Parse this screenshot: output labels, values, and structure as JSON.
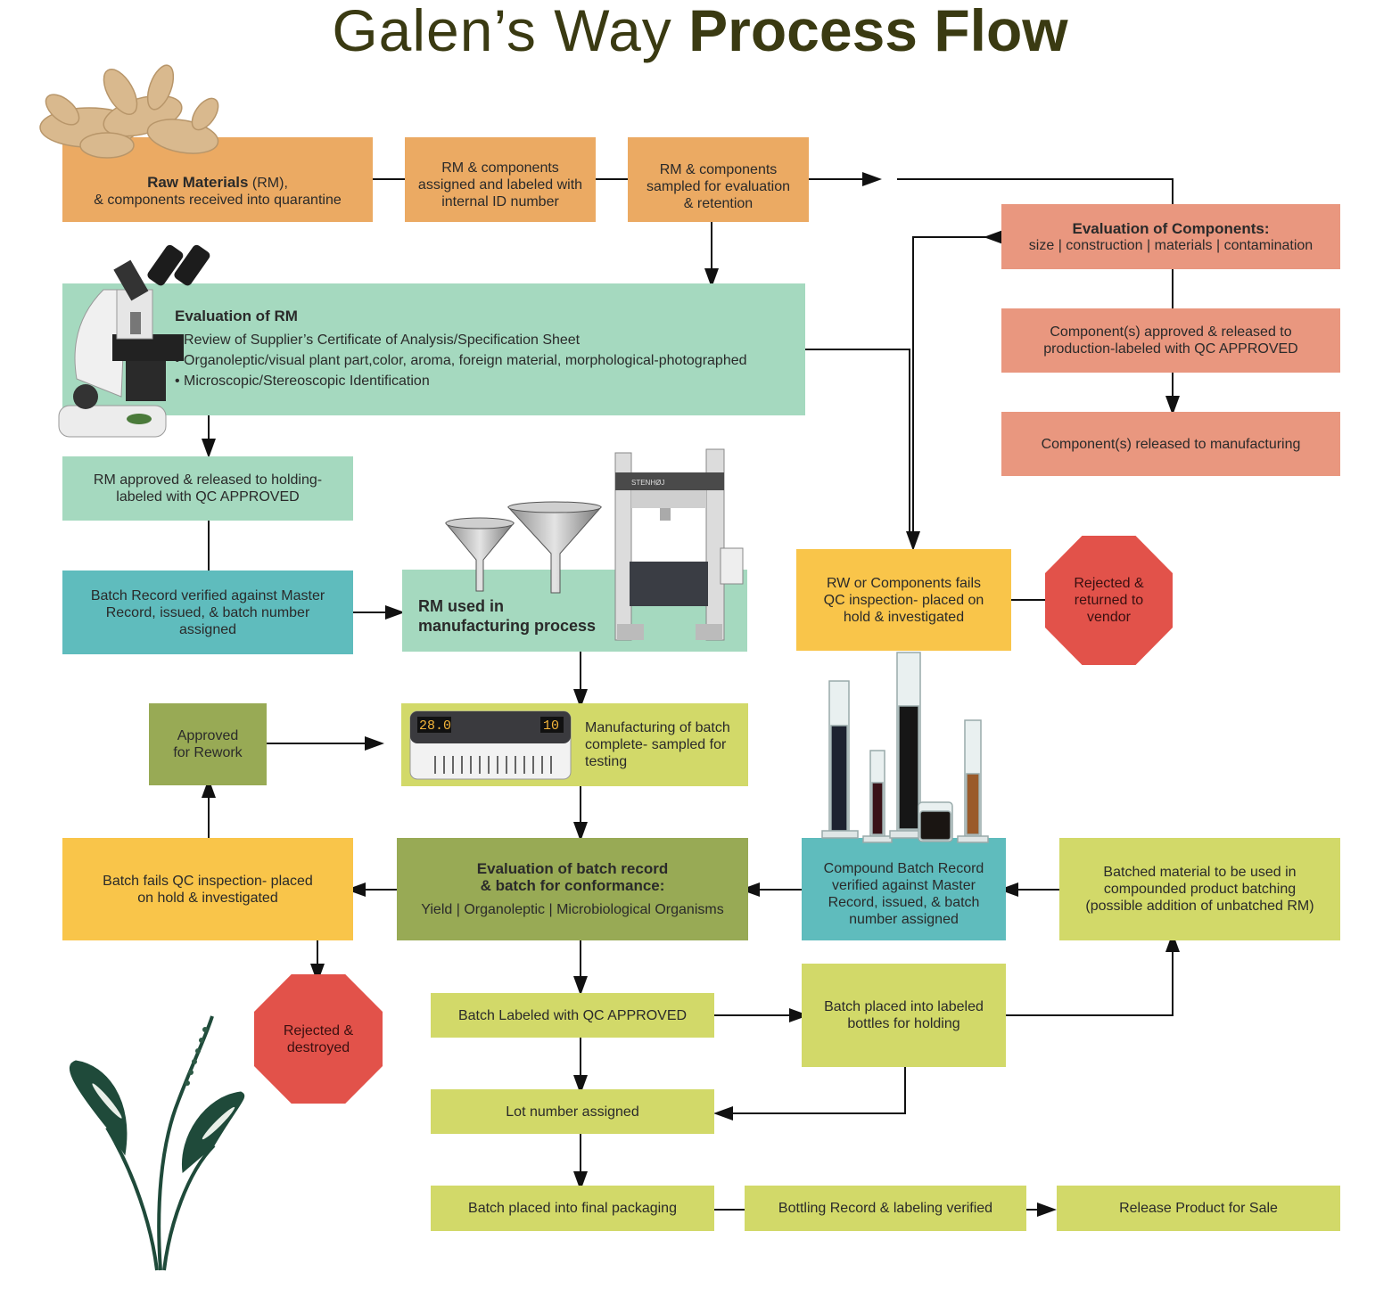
{
  "title": {
    "light": "Galen’s Way",
    "bold": "Process Flow"
  },
  "boxes": {
    "raw_materials_bold": "Raw Materials",
    "raw_materials_rest": " (RM),",
    "raw_materials_line2": "& components received into quarantine",
    "rm_assigned": "RM & components assigned and labeled with internal ID number",
    "rm_sampled": "RM & components sampled for evaluation & retention",
    "eval_components_title": "Evaluation of Components:",
    "eval_components_sub": "size | construction | materials | contamination",
    "components_approved": "Component(s) approved & released to production-labeled with QC APPROVED",
    "components_released": "Component(s) released to manufacturing",
    "eval_rm_title": "Evaluation of RM",
    "eval_rm_bullets": [
      "Review of  Supplier’s Certificate of Analysis/Specification Sheet",
      "Organoleptic/visual plant part,color, aroma, foreign material, morphological-photographed",
      "Microscopic/Stereoscopic Identification"
    ],
    "rm_approved": "RM approved & released to holding- labeled with QC APPROVED",
    "batch_record_verified": "Batch Record verified against Master Record, issued, & batch number assigned",
    "rm_used": "RM used in manufacturing process",
    "rw_fails": "RW or Components fails QC inspection- placed on hold & investigated",
    "rejected_vendor": "Rejected & returned to vendor",
    "approved_rework": "Approved for Rework",
    "manufacturing_complete": "Manufacturing of batch complete- sampled for testing",
    "batch_fails": "Batch fails QC inspection- placed on hold & investigated",
    "eval_batch_title": "Evaluation of batch record & batch for conformance:",
    "eval_batch_sub": "Yield | Organoleptic | Microbiological Organisms",
    "compound_batch": "Compound Batch Record verified against Master Record, issued, & batch number assigned",
    "batched_material": "Batched material to be used in compounded product batching (possible addition of unbatched RM)",
    "rejected_destroyed": "Rejected & destroyed",
    "batch_labeled": "Batch  Labeled with QC APPROVED",
    "batch_bottles": "Batch placed into labeled bottles for holding",
    "lot_number": "Lot number assigned",
    "final_packaging": "Batch placed into final packaging",
    "bottling_record": "Bottling Record & labeling verified",
    "release_product": "Release Product for Sale"
  },
  "illustrations": {
    "incubator_temp": "28.0",
    "incubator_count": "10",
    "press_brand": "STENHØJ"
  },
  "colors": {
    "orange": "#ebaa63",
    "mint": "#a5d9bf",
    "salmon": "#e9977f",
    "teal": "#5fbcbd",
    "yellow": "#f9c54a",
    "lime": "#d2d969",
    "olive": "#98aa55",
    "red": "#e2524a"
  }
}
